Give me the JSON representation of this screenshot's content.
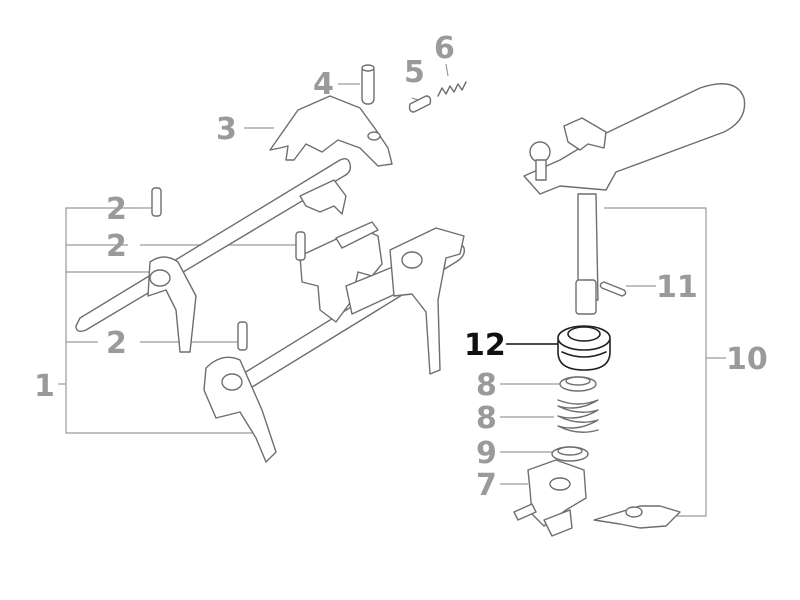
{
  "callouts": [
    {
      "id": "c1",
      "label": "1",
      "active": false
    },
    {
      "id": "c2a",
      "label": "2",
      "active": false
    },
    {
      "id": "c2b",
      "label": "2",
      "active": false
    },
    {
      "id": "c2c",
      "label": "2",
      "active": false
    },
    {
      "id": "c3",
      "label": "3",
      "active": false
    },
    {
      "id": "c4",
      "label": "4",
      "active": false
    },
    {
      "id": "c5",
      "label": "5",
      "active": false
    },
    {
      "id": "c6",
      "label": "6",
      "active": false
    },
    {
      "id": "c7",
      "label": "7",
      "active": false
    },
    {
      "id": "c8a",
      "label": "8",
      "active": false
    },
    {
      "id": "c8b",
      "label": "8",
      "active": false
    },
    {
      "id": "c9",
      "label": "9",
      "active": false
    },
    {
      "id": "c10",
      "label": "10",
      "active": false
    },
    {
      "id": "c11",
      "label": "11",
      "active": false
    },
    {
      "id": "c12",
      "label": "12",
      "active": true
    }
  ],
  "colors": {
    "callout_inactive": "#9a9a9a",
    "callout_active": "#111111",
    "part_outline": "#6e6e6e",
    "highlight_outline": "#222222"
  }
}
